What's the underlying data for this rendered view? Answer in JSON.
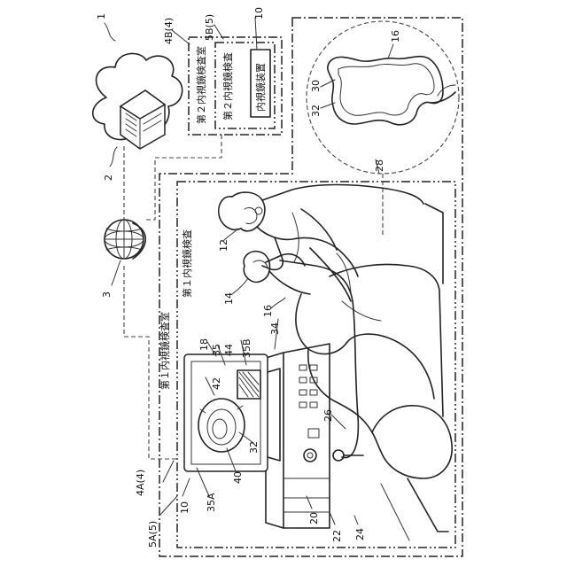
{
  "labels": {
    "room1_a": "第１内視鏡検査室",
    "room1_b": "第１内視鏡検査",
    "room2_a": "第２内視鏡検査室",
    "room2_b": "第２内視鏡検査",
    "device": "内視鏡装置"
  },
  "refs": {
    "r1": "1",
    "r2": "2",
    "r3": "3",
    "r4A": "4A(4)",
    "r4B": "4B(4)",
    "r5A": "5A(5)",
    "r5B": "5B(5)",
    "r10a": "10",
    "r10b": "10",
    "r12": "12",
    "r14": "14",
    "r16a": "16",
    "r16b": "16",
    "r18": "18",
    "r20": "20",
    "r22": "22",
    "r24": "24",
    "r26": "26",
    "r28": "28",
    "r30": "30",
    "r32a": "32",
    "r32b": "32",
    "r34": "34",
    "r35": "35",
    "r35A": "35A",
    "r35B": "35B",
    "r40": "40",
    "r42": "42",
    "r44": "44"
  }
}
